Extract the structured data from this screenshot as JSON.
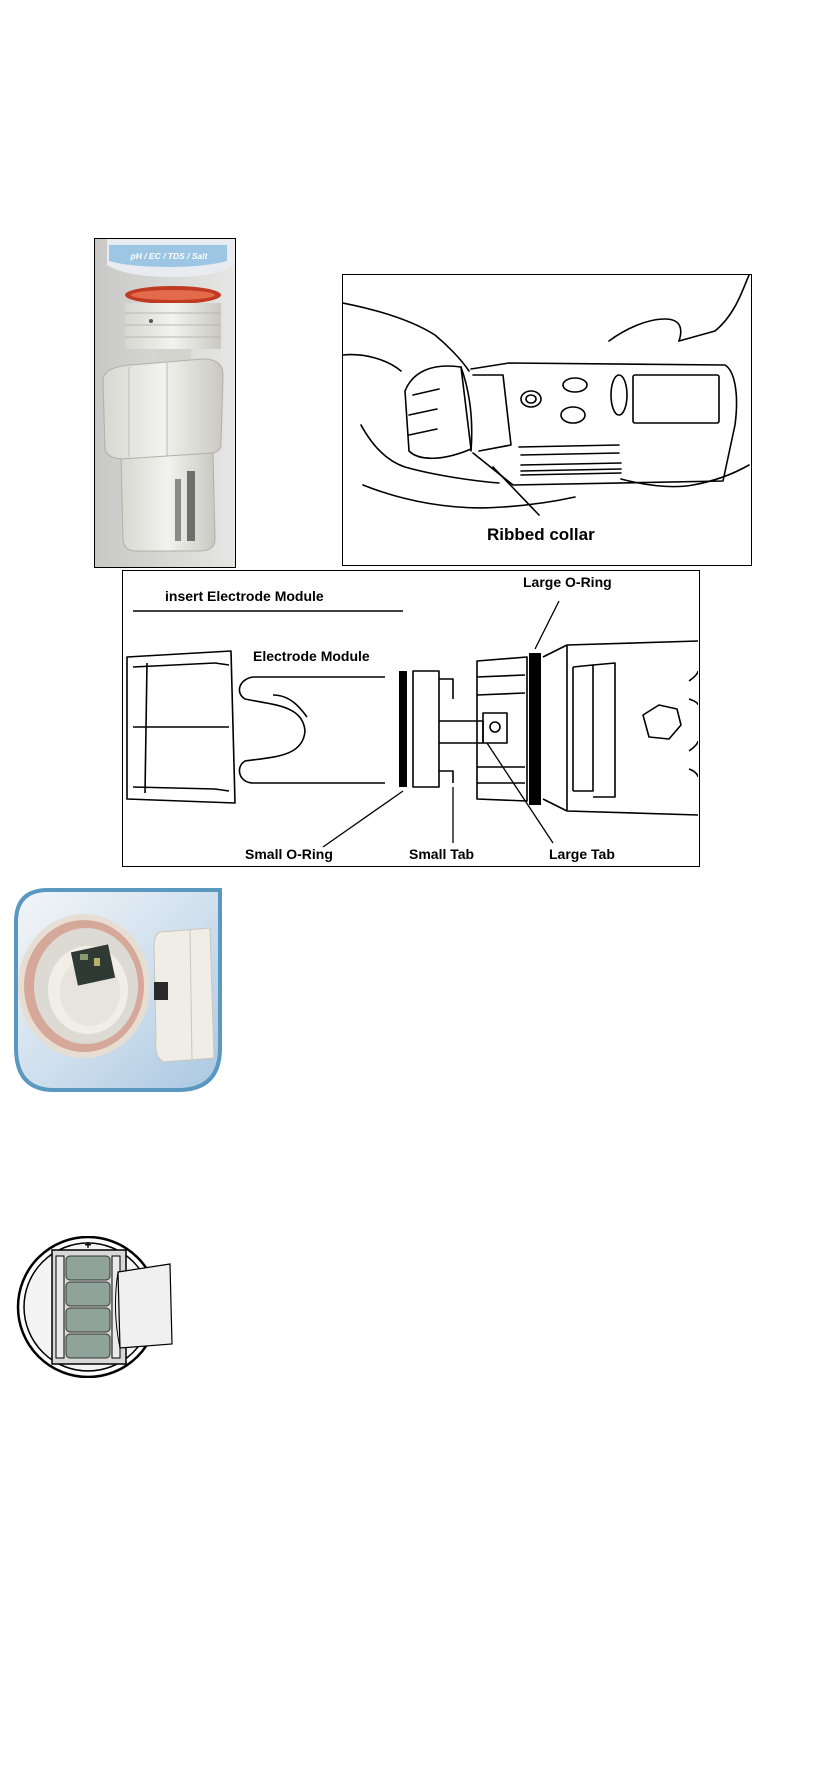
{
  "photo_meter": {
    "label_strip": "pH / EC / TDS / Salt",
    "icon": "meter-photo"
  },
  "collar_diagram": {
    "callout": "Ribbed collar",
    "icon": "hands-holding-meter"
  },
  "electrode_diagram": {
    "title": "insert Electrode Module",
    "labels": {
      "large_o_ring": "Large O-Ring",
      "electrode_module": "Electrode Module",
      "small_o_ring": "Small O-Ring",
      "small_tab": "Small Tab",
      "large_tab": "Large Tab"
    },
    "icon": "electrode-module-exploded"
  },
  "socket_photo": {
    "icon": "socket-closeup-photo",
    "border_color": "#5a98c0"
  },
  "battery_diagram": {
    "plus": "+",
    "minus": "–",
    "icon": "battery-compartment"
  }
}
